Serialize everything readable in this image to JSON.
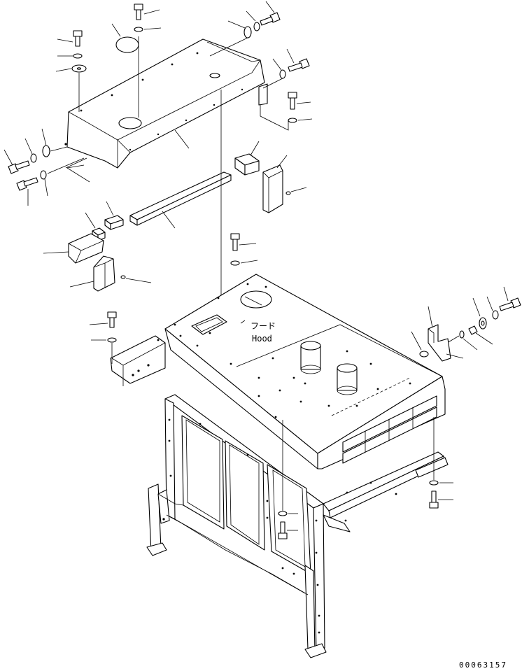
{
  "labels": {
    "hood_jp": "フード",
    "hood_en": "Hood",
    "figure_code": "00063157"
  }
}
